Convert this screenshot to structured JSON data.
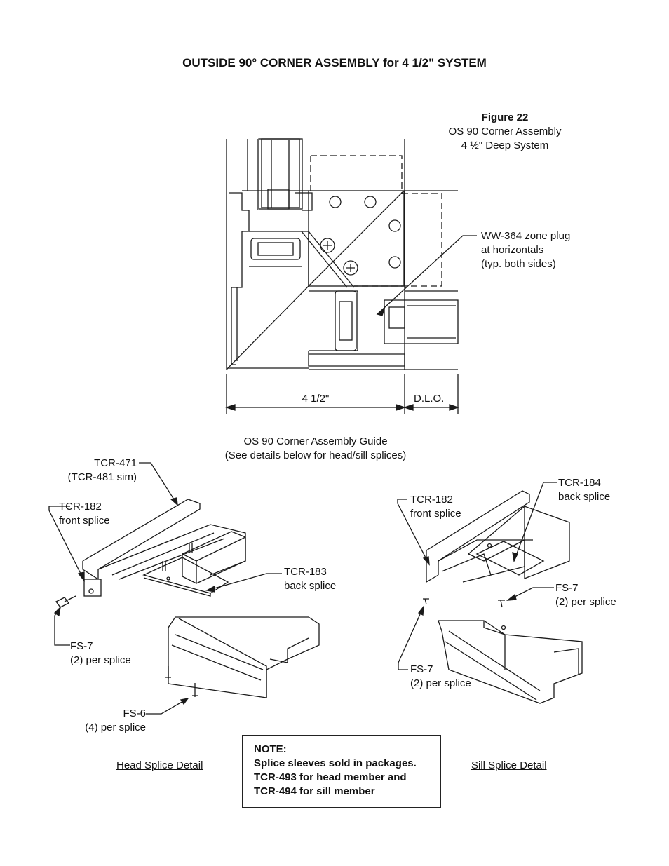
{
  "title": "OUTSIDE 90° CORNER ASSEMBLY for 4 1/2\" SYSTEM",
  "figure": {
    "number": "Figure 22",
    "caption_line1": "OS 90 Corner Assembly",
    "caption_line2": "4 ½\" Deep System"
  },
  "callouts": {
    "zone_plug": [
      "WW-364 zone plug",
      "at horizontals",
      "(typ. both sides)"
    ]
  },
  "dimensions": {
    "depth": "4 1/2\"",
    "dlo": "D.L.O."
  },
  "guide": {
    "line1": "OS 90 Corner Assembly Guide",
    "line2": "(See details below for head/sill splices)"
  },
  "head": {
    "tcr471": [
      "TCR-471",
      "(TCR-481 sim)"
    ],
    "tcr182": [
      "TCR-182",
      "front splice"
    ],
    "tcr183": [
      "TCR-183",
      "back splice"
    ],
    "fs7": [
      "FS-7",
      "(2) per splice"
    ],
    "fs6": [
      "FS-6",
      "(4) per splice"
    ],
    "caption": "Head Splice Detail"
  },
  "sill": {
    "tcr182": [
      "TCR-182",
      "front splice"
    ],
    "tcr184": [
      "TCR-184",
      "back splice"
    ],
    "fs7_right": [
      "FS-7",
      "(2) per splice"
    ],
    "fs7_left": [
      "FS-7",
      "(2) per splice"
    ],
    "caption": "Sill Splice Detail"
  },
  "note": {
    "heading": "NOTE:",
    "lines": [
      "Splice sleeves sold in packages.",
      "TCR-493 for head member and",
      "TCR-494 for sill member"
    ]
  }
}
